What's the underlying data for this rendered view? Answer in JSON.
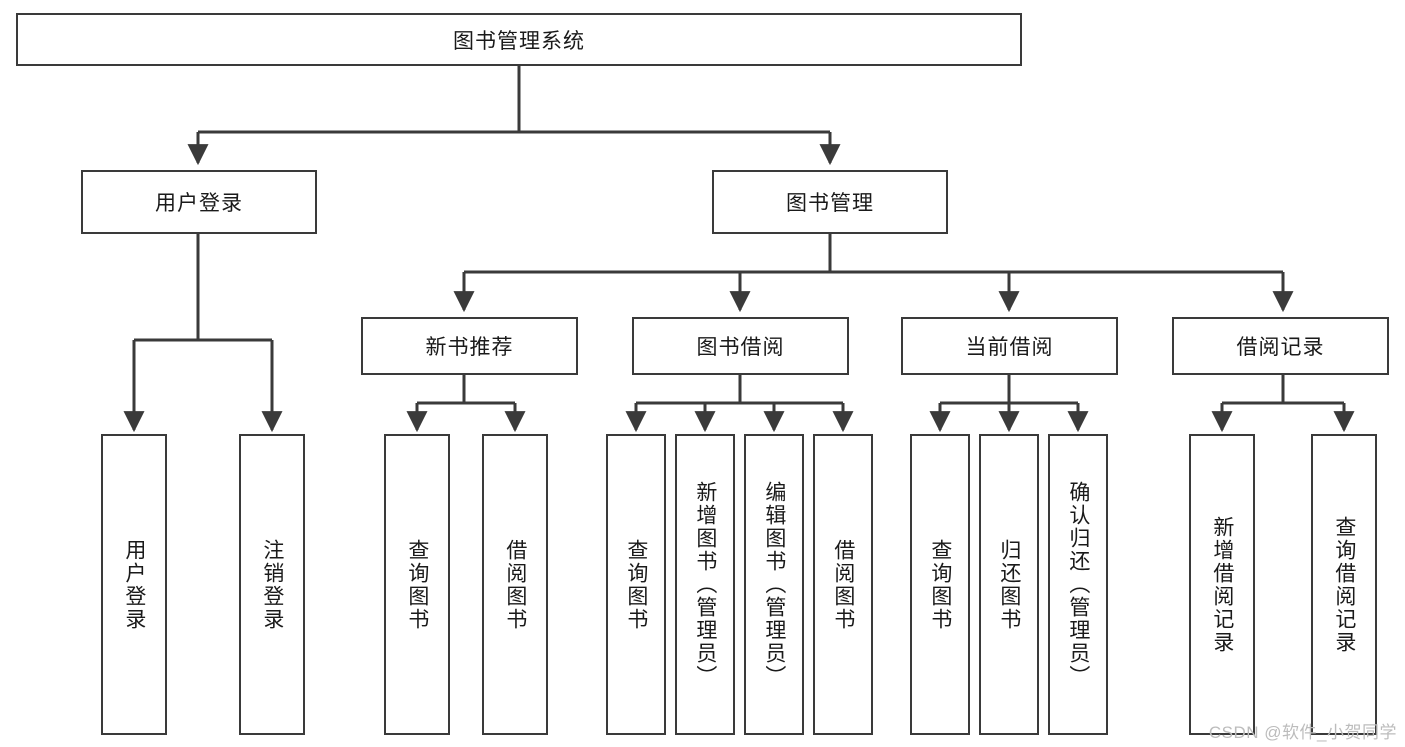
{
  "diagram": {
    "type": "tree-hierarchy",
    "title": "图书管理系统",
    "root": {
      "id": "root",
      "label": "图书管理系统"
    },
    "level2": [
      {
        "id": "user-login",
        "label": "用户登录"
      },
      {
        "id": "book-management",
        "label": "图书管理"
      }
    ],
    "level3": [
      {
        "id": "new-book-recommend",
        "label": "新书推荐",
        "parent": "book-management"
      },
      {
        "id": "book-borrow",
        "label": "图书借阅",
        "parent": "book-management"
      },
      {
        "id": "current-borrow",
        "label": "当前借阅",
        "parent": "book-management"
      },
      {
        "id": "borrow-record",
        "label": "借阅记录",
        "parent": "book-management"
      }
    ],
    "leaves": [
      {
        "id": "leaf-user-login",
        "label": "用户登录",
        "parent": "user-login"
      },
      {
        "id": "leaf-logout-login",
        "label": "注销登录",
        "parent": "user-login"
      },
      {
        "id": "leaf-query-book-1",
        "label": "查询图书",
        "parent": "new-book-recommend"
      },
      {
        "id": "leaf-borrow-book-1",
        "label": "借阅图书",
        "parent": "new-book-recommend"
      },
      {
        "id": "leaf-query-book-2",
        "label": "查询图书",
        "parent": "book-borrow"
      },
      {
        "id": "leaf-add-book",
        "label": "新增图书（管理员）",
        "parent": "book-borrow"
      },
      {
        "id": "leaf-edit-book",
        "label": "编辑图书（管理员）",
        "parent": "book-borrow"
      },
      {
        "id": "leaf-borrow-book-2",
        "label": "借阅图书",
        "parent": "book-borrow"
      },
      {
        "id": "leaf-query-book-3",
        "label": "查询图书",
        "parent": "current-borrow"
      },
      {
        "id": "leaf-return-book",
        "label": "归还图书",
        "parent": "current-borrow"
      },
      {
        "id": "leaf-confirm-return",
        "label": "确认归还（管理员）",
        "parent": "current-borrow"
      },
      {
        "id": "leaf-add-record",
        "label": "新增借阅记录",
        "parent": "borrow-record"
      },
      {
        "id": "leaf-query-record",
        "label": "查询借阅记录",
        "parent": "borrow-record"
      }
    ],
    "colors": {
      "stroke": "#3a3a3a",
      "text": "#1a1a1a",
      "background": "#ffffff",
      "watermark": "#bcbcbc"
    }
  },
  "watermark": {
    "text": "CSDN @软件_小贺同学"
  }
}
